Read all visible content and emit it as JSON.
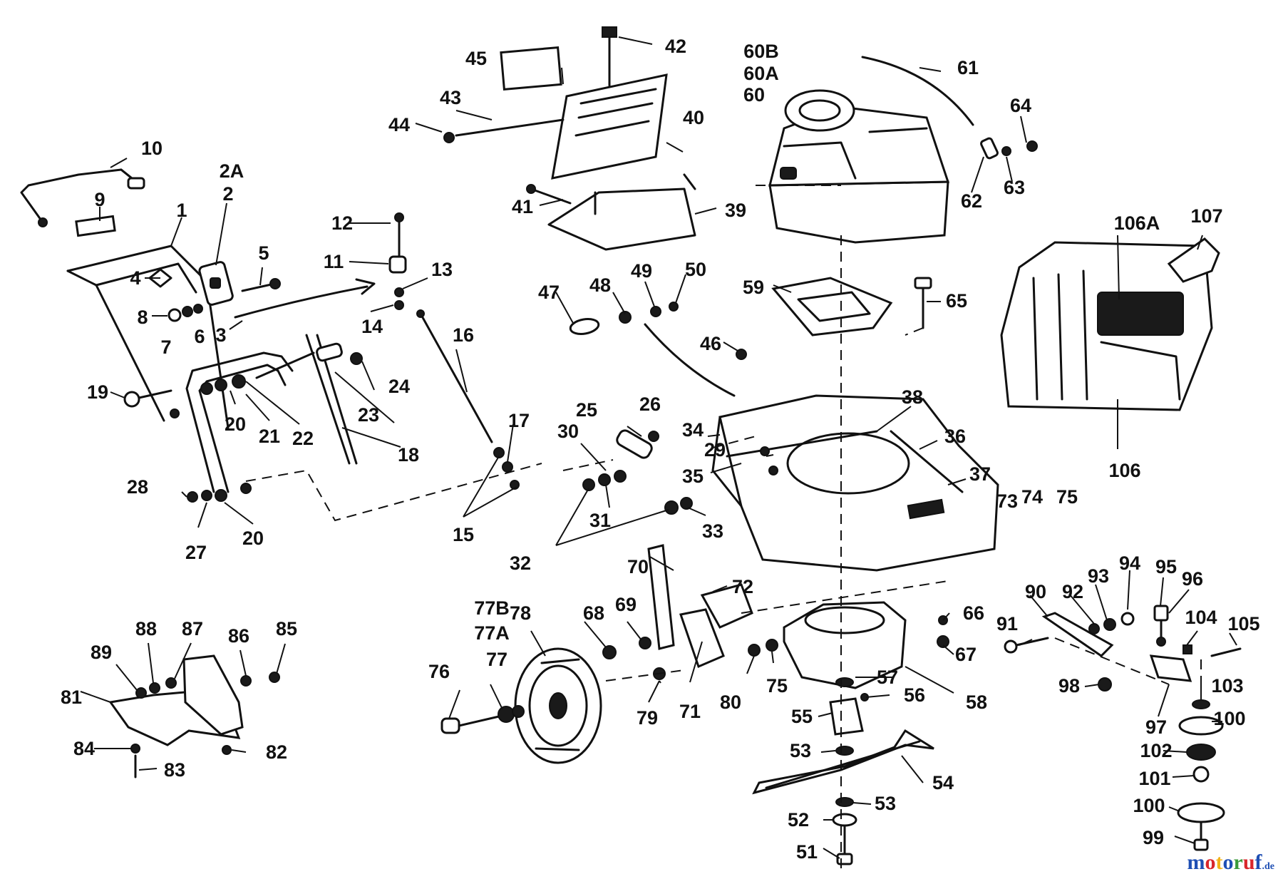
{
  "labels": [
    "1",
    "2",
    "2A",
    "3",
    "4",
    "5",
    "6",
    "7",
    "8",
    "9",
    "10",
    "11",
    "12",
    "13",
    "14",
    "15",
    "16",
    "17",
    "18",
    "19",
    "20",
    "20",
    "21",
    "22",
    "23",
    "24",
    "25",
    "26",
    "27",
    "28",
    "29",
    "30",
    "31",
    "32",
    "33",
    "34",
    "35",
    "36",
    "37",
    "38",
    "39",
    "40",
    "41",
    "42",
    "43",
    "44",
    "45",
    "46",
    "47",
    "48",
    "49",
    "50",
    "51",
    "52",
    "53",
    "53",
    "54",
    "55",
    "56",
    "57",
    "58",
    "59",
    "60",
    "60A",
    "60B",
    "61",
    "62",
    "63",
    "64",
    "65",
    "66",
    "67",
    "68",
    "69",
    "70",
    "71",
    "72",
    "73",
    "74",
    "75",
    "75",
    "76",
    "77",
    "77A",
    "77B",
    "78",
    "79",
    "80",
    "81",
    "82",
    "83",
    "84",
    "85",
    "86",
    "87",
    "88",
    "89",
    "90",
    "91",
    "92",
    "93",
    "94",
    "95",
    "96",
    "97",
    "98",
    "99",
    "100",
    "100",
    "101",
    "102",
    "103",
    "104",
    "105",
    "106",
    "106A",
    "107"
  ],
  "watermark": {
    "name": "motoruf",
    "tld": ".de",
    "letter_colors": [
      "#1f4fb4",
      "#d8262b",
      "#f2b21a",
      "#1f4fb4",
      "#3a9a3a",
      "#d8262b",
      "#1f4fb4"
    ],
    "tld_color": "#1f4fb4"
  }
}
